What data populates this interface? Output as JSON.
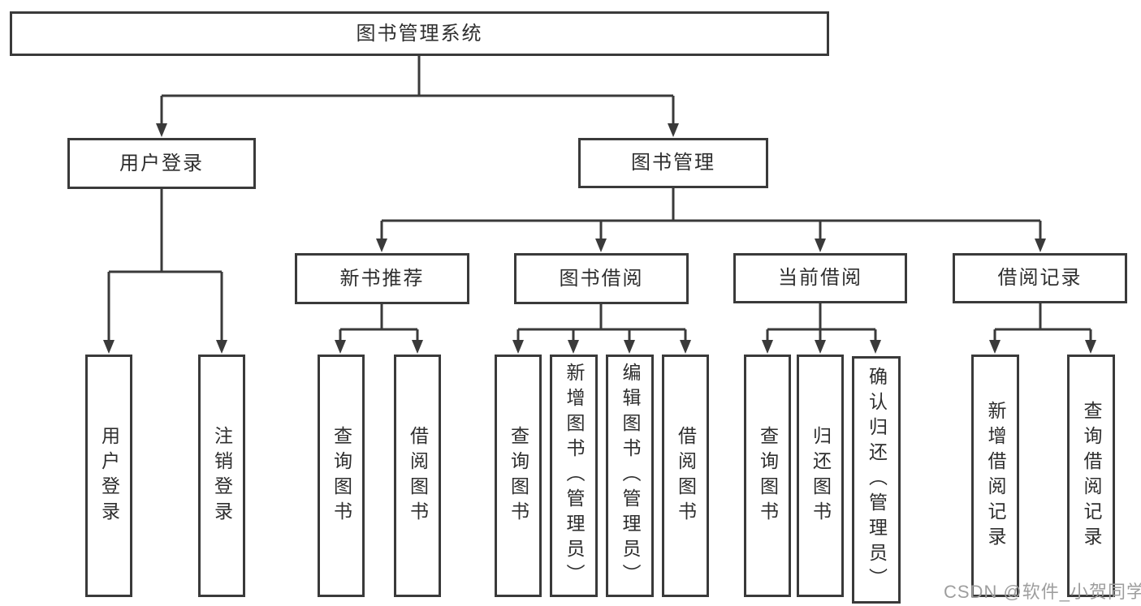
{
  "tree": {
    "label": "图书管理系统",
    "children": [
      {
        "label": "用户登录",
        "children": [
          {
            "label": "用户登录"
          },
          {
            "label": "注销登录"
          }
        ]
      },
      {
        "label": "图书管理",
        "children": [
          {
            "label": "新书推荐",
            "children": [
              {
                "label": "查询图书"
              },
              {
                "label": "借阅图书"
              }
            ]
          },
          {
            "label": "图书借阅",
            "children": [
              {
                "label": "查询图书"
              },
              {
                "label": "新增图书（管理员）"
              },
              {
                "label": "编辑图书（管理员）"
              },
              {
                "label": "借阅图书"
              }
            ]
          },
          {
            "label": "当前借阅",
            "children": [
              {
                "label": "查询图书"
              },
              {
                "label": "归还图书"
              },
              {
                "label": "确认归还（管理员）"
              }
            ]
          },
          {
            "label": "借阅记录",
            "children": [
              {
                "label": "新增借阅记录"
              },
              {
                "label": "查询借阅记录"
              }
            ]
          }
        ]
      }
    ]
  },
  "watermark": {
    "text": "CSDN @软件_小贺同学"
  },
  "colors": {
    "line": "#3a3a3a",
    "text": "#2e2e2e",
    "watermark": "#9e9e9e",
    "background": "#ffffff"
  }
}
